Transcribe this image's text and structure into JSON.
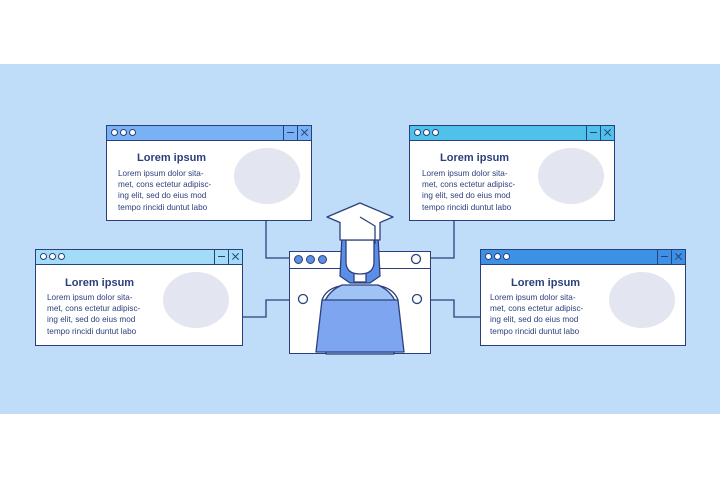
{
  "panels": [
    {
      "id": "top-left",
      "title": "Lorem ipsum",
      "bar_color": "#79b1f5",
      "lines": [
        "Lorem ipsum dolor sitа-",
        "met, cons ectetur adipisc-",
        "ing elit, sed do eius mod",
        "tempo rincidi duntut labo"
      ]
    },
    {
      "id": "top-right",
      "title": "Lorem ipsum",
      "bar_color": "#4fc2ec",
      "lines": [
        "Lorem ipsum dolor sitа-",
        "met, cons ectetur adipisc-",
        "ing elit, sed do eius mod",
        "tempo rincidi duntut labo"
      ]
    },
    {
      "id": "bottom-left",
      "title": "Lorem ipsum",
      "bar_color": "#a2dcf6",
      "lines": [
        "Lorem ipsum dolor sitа-",
        "met, cons ectetur adipisc-",
        "ing elit, sed do eius mod",
        "tempo rincidi duntut labo"
      ]
    },
    {
      "id": "bottom-right",
      "title": "Lorem ipsum",
      "bar_color": "#3c91e6",
      "lines": [
        "Lorem ipsum dolor sitа-",
        "met, cons ectetur adipisc-",
        "ing elit, sed do eius mod",
        "tempo rincidi duntut labo"
      ]
    }
  ],
  "colors": {
    "background_band": "#bfdcf9",
    "outline": "#2c3f7c",
    "photo_placeholder": "#e3e6f1",
    "accent": "#5b8fe6"
  }
}
